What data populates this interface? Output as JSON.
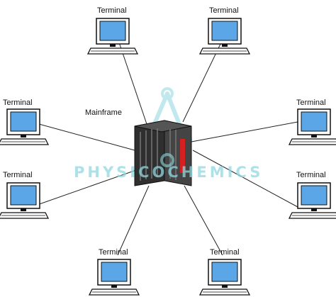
{
  "diagram": {
    "mainframe_label": "Mainframe",
    "terminals": [
      {
        "id": "top-left",
        "label": "Terminal"
      },
      {
        "id": "top-right",
        "label": "Terminal"
      },
      {
        "id": "upper-left",
        "label": "Terminal"
      },
      {
        "id": "upper-right",
        "label": "Terminal"
      },
      {
        "id": "lower-left",
        "label": "Terminal"
      },
      {
        "id": "lower-right",
        "label": "Terminal"
      },
      {
        "id": "bottom-left",
        "label": "Terminal"
      },
      {
        "id": "bottom-right",
        "label": "Terminal"
      }
    ]
  },
  "watermark": {
    "text": "PHYSICOCHEMICS",
    "color": "#8fd8e0"
  },
  "colors": {
    "screen": "#5aa6e6",
    "mainframe_body": "#3a3a3a",
    "mainframe_accent": "#d42020"
  }
}
